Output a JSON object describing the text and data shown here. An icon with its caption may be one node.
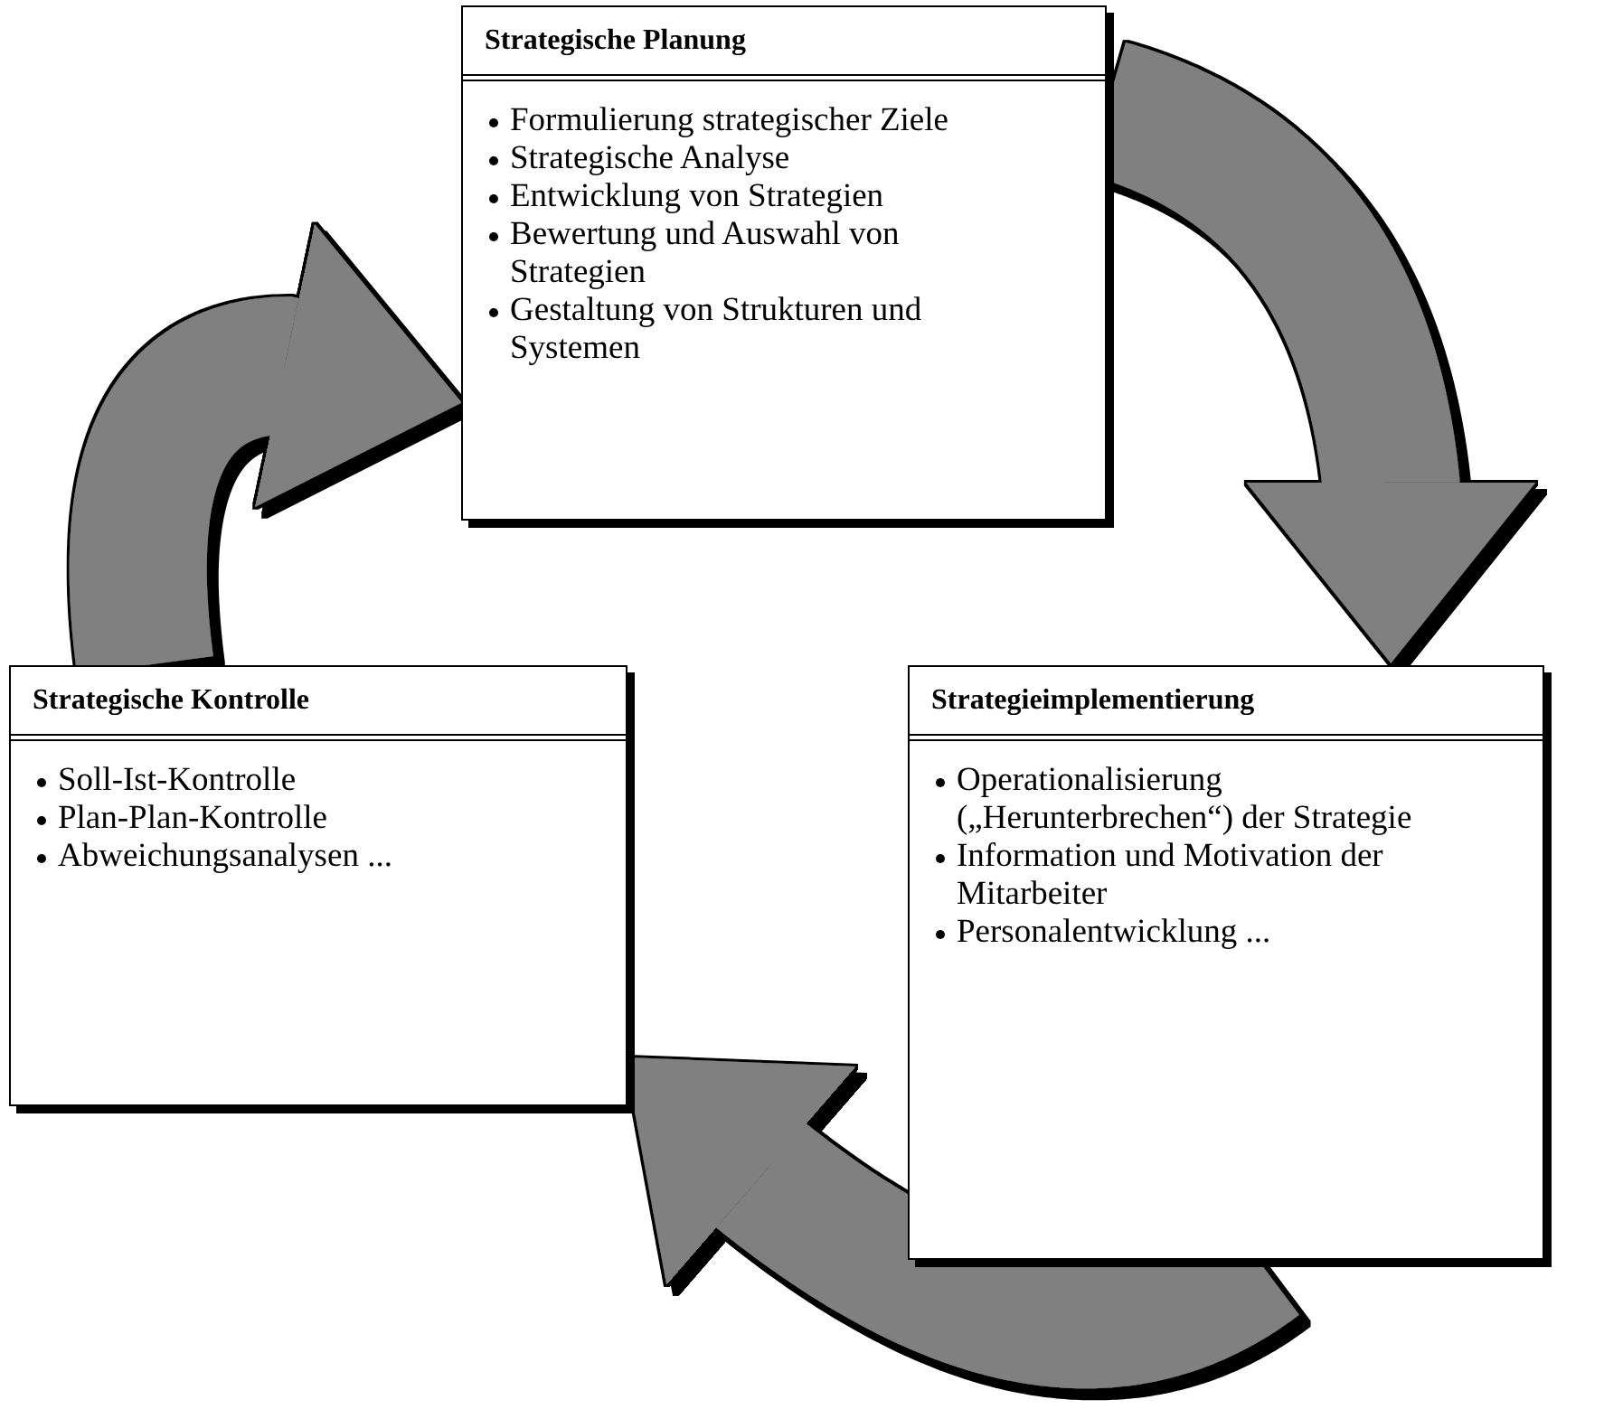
{
  "diagram": {
    "nodes": [
      {
        "text": [
          "Strategische Planung",
          "Formulierung strategischer Ziele",
          "Strategische Analyse",
          "Entwicklung von Strategien",
          "Bewertung und Auswahl von Strategien",
          "Gestaltung von Strukturen und Systemen"
        ]
      },
      {
        "text": [
          "Strategieimplementierung",
          "Operationalisierung („Herunterbrechen“) der Strategie",
          "Information und Motivation der Mitarbeiter",
          "Personalentwicklung ..."
        ]
      },
      {
        "text": [
          "Strategische Kontrolle",
          "Soll-Ist-Kontrolle",
          "Plan-Plan-Kontrolle",
          "Abweichungsanalysen ..."
        ]
      }
    ],
    "edges": [
      {
        "from": 0,
        "to": 1,
        "arrow": "to"
      },
      {
        "from": 1,
        "to": 2,
        "arrow": "to"
      },
      {
        "from": 2,
        "to": 0,
        "arrow": "to"
      }
    ]
  }
}
